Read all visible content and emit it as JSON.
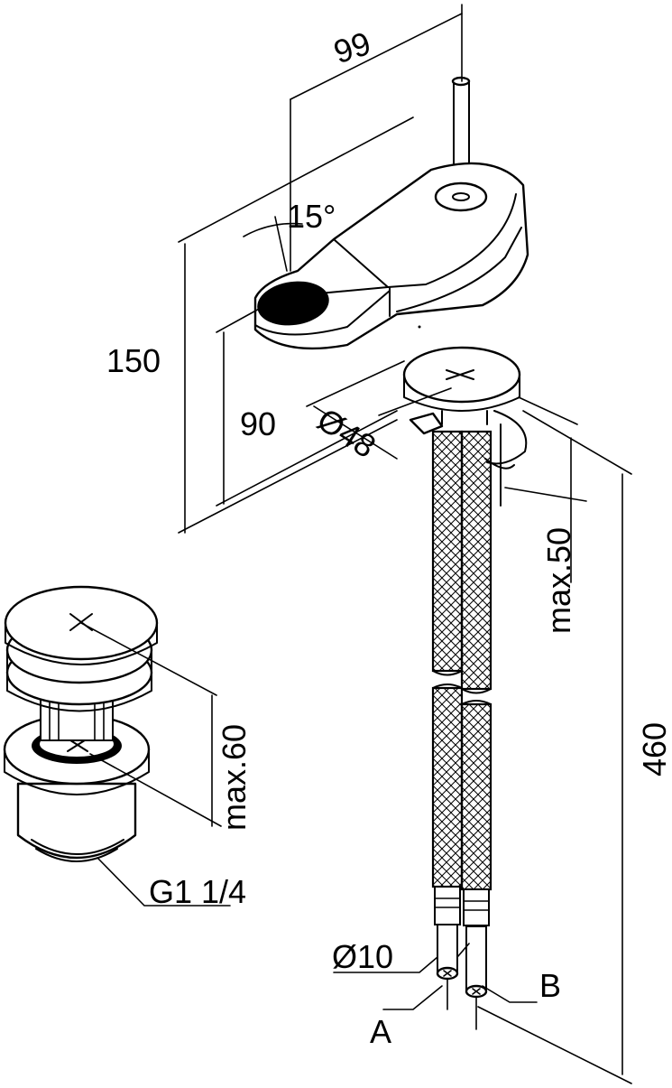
{
  "dimensions": {
    "width_99": "99",
    "angle_15": "15°",
    "height_150": "150",
    "height_90": "90",
    "diameter_48": "Ø48",
    "max_50": "max.50",
    "length_460": "460",
    "max_60": "max.60",
    "thread_g1": "G1 1/4",
    "diameter_10": "Ø10"
  },
  "labels": {
    "a": "A",
    "b": "B"
  },
  "icons": {
    "faucet": "basin-mixer-faucet",
    "waste": "pop-up-waste-valve",
    "hoses": "braided-supply-hoses"
  },
  "colors": {
    "line": "#000000",
    "background": "#ffffff"
  }
}
